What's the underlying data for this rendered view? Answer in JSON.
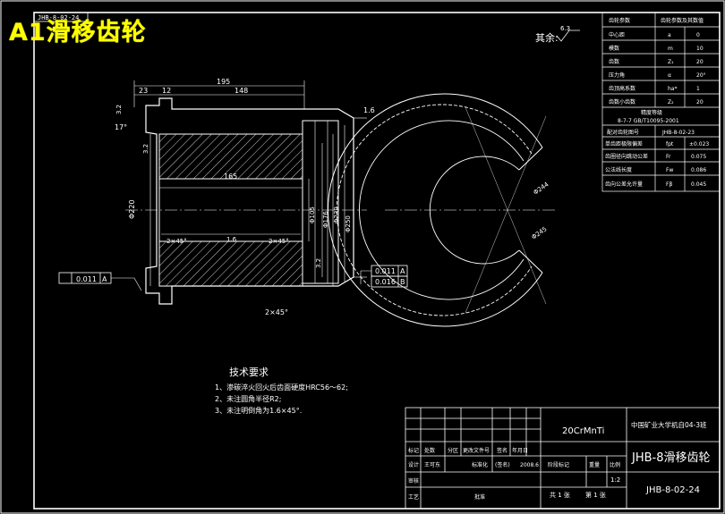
{
  "overlay_caption": "A1滑移齿轮",
  "drawing_number_tl": "JHB-8-02-24",
  "roughness_note": {
    "label": "其余:",
    "value": "6.3"
  },
  "dimensions": {
    "overall_length": "195",
    "length_148": "148",
    "length_23": "23",
    "length_12": "12",
    "bore_length": "165",
    "dia_220": "Φ220",
    "dia_105": "Φ105",
    "dia_176": "Φ176",
    "dia_230": "Φ230",
    "dia_250": "Φ250",
    "chamfer_left": "2×45°",
    "chamfer_right": "2×45°",
    "chamfer_bottom": "2×45°",
    "rough_1_6a": "1.6",
    "rough_1_6b": "1.6",
    "rough_3_2a": "3.2",
    "rough_3_2b": "3.2",
    "rough_3_2c": "3.2",
    "angle_17": "17°",
    "tol_left": "0.011",
    "tol_left_ref": "A",
    "tol_right_1": "0.011",
    "tol_right_1_ref": "A",
    "tol_right_2": "0.016",
    "tol_right_2_ref": "B",
    "side_dia_1": "Φ244",
    "side_dia_2": "Φ245"
  },
  "params_table": {
    "header": [
      "齿轮参数",
      "齿轮参数及其数值",
      ""
    ],
    "rows": [
      [
        "中心距",
        "a",
        "0"
      ],
      [
        "模数",
        "m",
        "10"
      ],
      [
        "齿数",
        "Z₁",
        "20"
      ],
      [
        "压力角",
        "α",
        "20°"
      ],
      [
        "齿顶高系数",
        "ha*",
        "1"
      ],
      [
        "齿数小齿数",
        "Z₂",
        "20"
      ]
    ],
    "accuracy_label": "精度等级",
    "accuracy_std": "8-7-7 GB/T10095-2001",
    "drawing_row": [
      "配对齿轮图号",
      "JHB-8-02-23"
    ],
    "tol_rows": [
      [
        "单齿距极限偏差",
        "fpt",
        "±0.023"
      ],
      [
        "齿圈径向跳动公差",
        "Fr",
        "0.075"
      ],
      [
        "公法线长度",
        "Fw",
        "0.086"
      ],
      [
        "齿向公差允许量",
        "Fβ",
        "0.045"
      ]
    ]
  },
  "tech_requirements": {
    "title": "技术要求",
    "items": [
      "1、渗碳淬火回火后齿面硬度HRC56～62;",
      "2、未注圆角半径R2;",
      "3、未注明倒角为1.6×45°."
    ]
  },
  "title_block": {
    "material": "20CrMnTi",
    "school": "中国矿业大学机自04-3班",
    "part_name": "JHB-8滑移齿轮",
    "drawing_no": "JHB-8-02-24",
    "scale": "1:2",
    "sheets": "共 1 张",
    "sheet_no": "第 1 张",
    "labels": {
      "mark": "标记",
      "count": "处数",
      "zone": "分区",
      "doc": "更改文件号",
      "sign": "签名",
      "date": "年月日",
      "design": "设计",
      "designer": "王可东",
      "std": "标准化",
      "sign2": "(签名)",
      "year": "2008.6",
      "stage": "阶段标记",
      "weight": "重量",
      "ratio": "比例",
      "review": "审核",
      "process": "工艺",
      "approve": "批准"
    }
  }
}
